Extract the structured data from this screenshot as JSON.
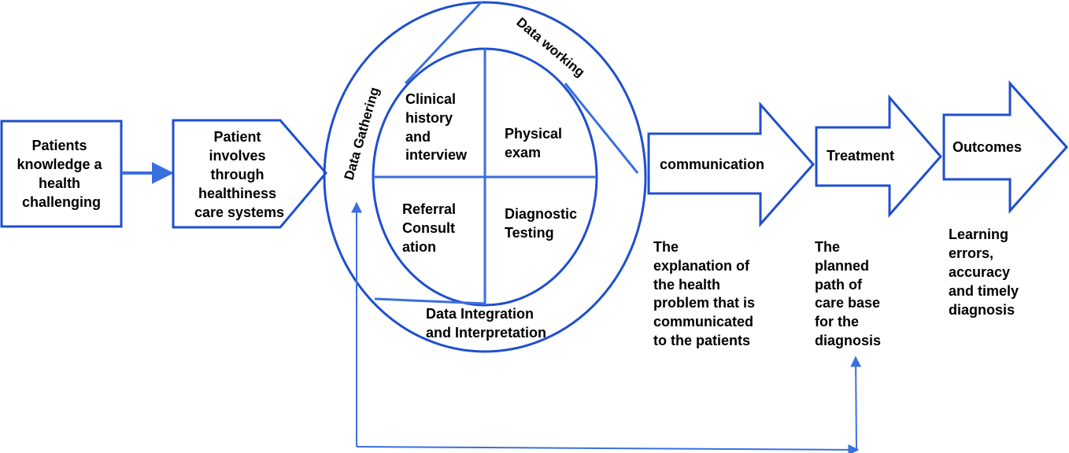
{
  "colors": {
    "stroke": "#1f4fcf",
    "light_stroke": "#3a6fe0",
    "text": "#000000",
    "fill": "#ffffff"
  },
  "boxes": {
    "patients_knowledge": [
      "Patients",
      "knowledge a",
      "health",
      "challenging"
    ],
    "patient_involves": [
      "Patient",
      "involves",
      "through",
      "healthiness",
      "care systems"
    ]
  },
  "cycle": {
    "data_gathering": "Data Gathering",
    "data_working": "Data working",
    "data_integration": [
      "Data Integration",
      "and Interpretation"
    ],
    "quadrants": {
      "clinical_history": [
        "Clinical",
        "history",
        "and",
        "interview"
      ],
      "physical_exam": [
        "Physical",
        "exam"
      ],
      "referral_consultation": [
        "Referral",
        "Consult",
        "ation"
      ],
      "diagnostic_testing": [
        "Diagnostic",
        "Testing"
      ]
    }
  },
  "arrows": {
    "communication": "communication",
    "treatment": "Treatment",
    "outcomes": "Outcomes"
  },
  "descriptions": {
    "communication": [
      "The",
      "explanation of",
      "the health",
      "problem that is",
      "communicated",
      "to the patients"
    ],
    "treatment": [
      "The",
      "planned",
      "path of",
      "care base",
      "for the",
      "diagnosis"
    ],
    "outcomes": [
      "Learning",
      "errors,",
      "accuracy",
      "and timely",
      "diagnosis"
    ]
  }
}
